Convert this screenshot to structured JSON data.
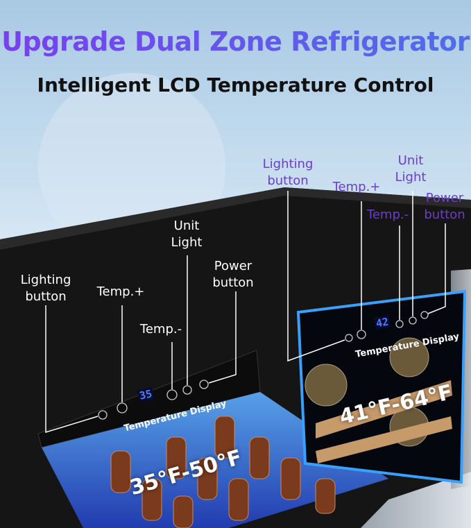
{
  "header": {
    "title": "Upgrade Dual Zone Refrigerator",
    "subtitle": "Intelligent LCD Temperature Control"
  },
  "left_zone": {
    "labels": {
      "lighting": "Lighting button",
      "temp_plus": "Temp.+",
      "temp_minus": "Temp.-",
      "unit_light": "Unit Light",
      "power": "Power button"
    },
    "display_caption": "Temperature Display",
    "display_value": "35",
    "range": "35°F-50°F"
  },
  "right_zone": {
    "labels": {
      "lighting": "Lighting button",
      "temp_plus": "Temp.+",
      "temp_minus": "Temp.-",
      "unit_light": "Unit Light",
      "power": "Power button"
    },
    "display_caption": "Temperature Display",
    "display_value": "42",
    "range": "41°F-64°F"
  },
  "colors": {
    "title_accent": "#6a3fe0",
    "right_label": "#6b3ec8",
    "display_blue": "#4a7dff",
    "fridge_body": "#141414"
  }
}
